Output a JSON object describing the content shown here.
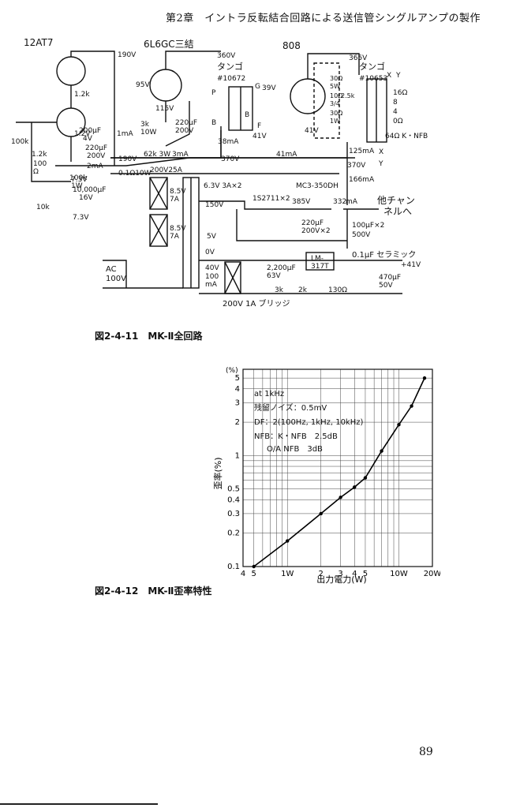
{
  "running_head": "第2章　イントラ反転結合回路による送信管シングルアンプの製作",
  "figure1": {
    "caption": "図2-4-11　MK-Ⅱ全回路",
    "labels": {
      "tube1": "12AT7",
      "tube2": "6L6GC三結",
      "tube3": "808",
      "t1_name": "タンゴ",
      "t1_model": "#10672",
      "t2_name": "タンゴ",
      "t2_model": "#10653",
      "v190a": "190V",
      "v360": "360V",
      "v365": "365V",
      "v95": "95V",
      "v39": "39V",
      "v115": "115V",
      "v12": "1.2V",
      "v41a": "41V",
      "v370a": "370V",
      "v370b": "370V",
      "v190b": "190V",
      "v41b": "41V",
      "i1": "1mA",
      "i38": "38mA",
      "i3": "3mA",
      "i41": "41mA",
      "i125": "125mA",
      "i166": "166mA",
      "i2": "2mA",
      "r12k": "1.2k",
      "r100k": "100k",
      "r12k2": "1.2k",
      "r100": "100",
      "r100ohm": "Ω",
      "r10k": "10k",
      "r100k1w": "100k",
      "w1": "1W",
      "r62k": "62k 3W",
      "r3k": "3k",
      "w10": "10W",
      "c200u": "200μF",
      "v4": "4V",
      "c220u": "220μF",
      "v200": "200V",
      "c220b": "220μF",
      "v200b": "200V",
      "r30": "30Ω",
      "w5": "5W",
      "r10": "10Ω",
      "r25k": "2.5k",
      "w3_4": "3/4",
      "r30b": "30Ω",
      "w1b": "1W",
      "tap16": "16Ω",
      "tap8": "8",
      "tap4": "4",
      "tap0": "0Ω",
      "tapnfb": "64Ω K・NFB",
      "x1": "X",
      "y1": "Y",
      "x2": "X",
      "y2": "Y",
      "pin_p": "P",
      "pin_b1": "B",
      "pin_g": "G",
      "pin_b2": "B",
      "pin_f": "F",
      "v73a": "7.3V",
      "c10000": "10,000μF",
      "v16": "16V",
      "v73b": "7.3V",
      "r01": "0.1Ω10W",
      "v200_25": "200V25A",
      "br1": "8.5V",
      "br1a": "7A",
      "br2": "8.5V",
      "br2a": "7A",
      "tap63": "6.3V 3A×2",
      "tap150": "150V",
      "tap5": "5V",
      "tap0v": "0V",
      "tap40": "40V",
      "tap100": "100",
      "tapma": "mA",
      "diode": "1S2711×2",
      "choke": "MC3-350DH",
      "v385": "385V",
      "v332": "332",
      "ma332": "mA",
      "c220x2": "220μF",
      "v200x2": "200V×2",
      "c100x2": "100μF×2",
      "v500": "500V",
      "other_ch": "他チャン",
      "other_ch2": "ネルへ",
      "ceramic": "0.1μF セラミック",
      "plus41": "+41V",
      "c2200": "2,200μF",
      "v63": "63V",
      "reg": "LM-",
      "reg2": "317T",
      "r3kb": "3k",
      "r2k": "2k",
      "r130": "130Ω",
      "c470": "470μF",
      "v50": "50V",
      "ac": "AC",
      "ac100": "100V",
      "bridge": "200V 1A ブリッジ"
    }
  },
  "figure2": {
    "caption": "図2-4-12　MK-Ⅱ歪率特性",
    "notes": [
      "at 1kHz",
      "残留ノイズ：0.5mV",
      "DF：2(100Hz, 1kHz, 10kHz)",
      "NFB：K・NFB　2.5dB",
      "O/A NFB　3dB"
    ]
  },
  "chart_data": {
    "type": "line",
    "title": "",
    "xlabel": "出力電力(W)",
    "ylabel": "歪率(%)",
    "xscale": "log",
    "yscale": "log",
    "xlim": [
      0.4,
      20
    ],
    "ylim": [
      0.1,
      6
    ],
    "grid": true,
    "x_ticks": [
      0.4,
      0.5,
      1,
      2,
      3,
      4,
      5,
      10,
      20
    ],
    "x_tick_labels": [
      "4",
      "5",
      "1W",
      "2",
      "3",
      "4",
      "5",
      "10W",
      "20W"
    ],
    "y_ticks": [
      0.1,
      0.2,
      0.3,
      0.4,
      0.5,
      1,
      2,
      3,
      4,
      5
    ],
    "y_tick_labels": [
      "0.1",
      "0.2",
      "0.3",
      "0.4",
      "0.5",
      "1",
      "2",
      "3",
      "4",
      "5"
    ],
    "y_unit_label": "(%)",
    "series": [
      {
        "x": [
          0.5,
          1,
          2,
          3,
          4,
          5,
          7,
          10,
          13,
          17
        ],
        "y": [
          0.1,
          0.17,
          0.3,
          0.42,
          0.52,
          0.63,
          1.1,
          1.9,
          2.8,
          5.0
        ]
      }
    ]
  },
  "folio": "89"
}
